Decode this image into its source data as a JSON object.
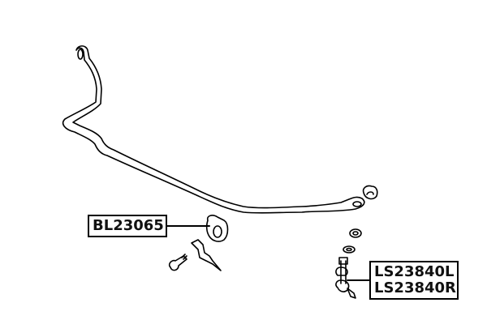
{
  "diagram": {
    "type": "exploded parts diagram",
    "subject": "stabilizer bar assembly",
    "callouts": [
      {
        "id": "bushing",
        "part_numbers": [
          "BL23065"
        ]
      },
      {
        "id": "link",
        "part_numbers": [
          "LS23840L",
          "LS23840R"
        ]
      }
    ]
  },
  "colors": {
    "line": "#000000",
    "background": "#ffffff"
  }
}
